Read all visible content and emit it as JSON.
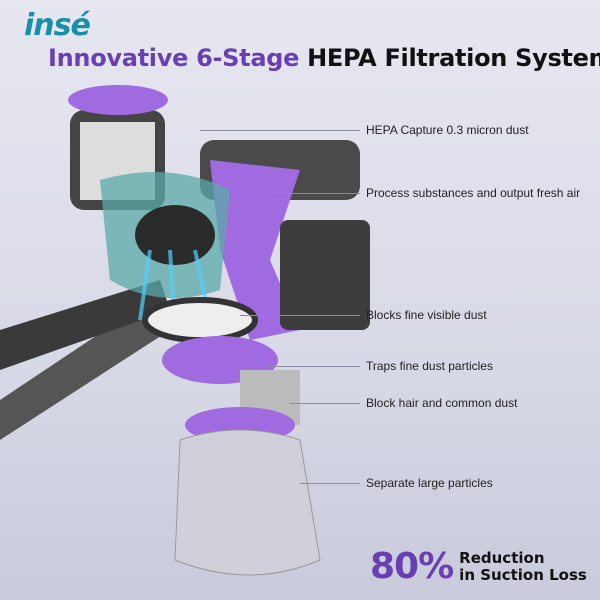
{
  "brand": "insé",
  "title": {
    "accent": "Innovative 6-Stage",
    "main": "HEPA Filtration System"
  },
  "labels": [
    "HEPA Capture 0.3 micron dust",
    "Process substances and output fresh air",
    "Blocks fine visible dust",
    "Traps fine dust particles",
    "Block hair and common dust",
    "Separate large particles"
  ],
  "bottom": {
    "value": "80%",
    "line1": "Reduction",
    "line2": "in Suction Loss"
  },
  "colors": {
    "accent": "#6a3fb3",
    "purple": "#a06ae0",
    "logo": "#1a8fa8"
  }
}
